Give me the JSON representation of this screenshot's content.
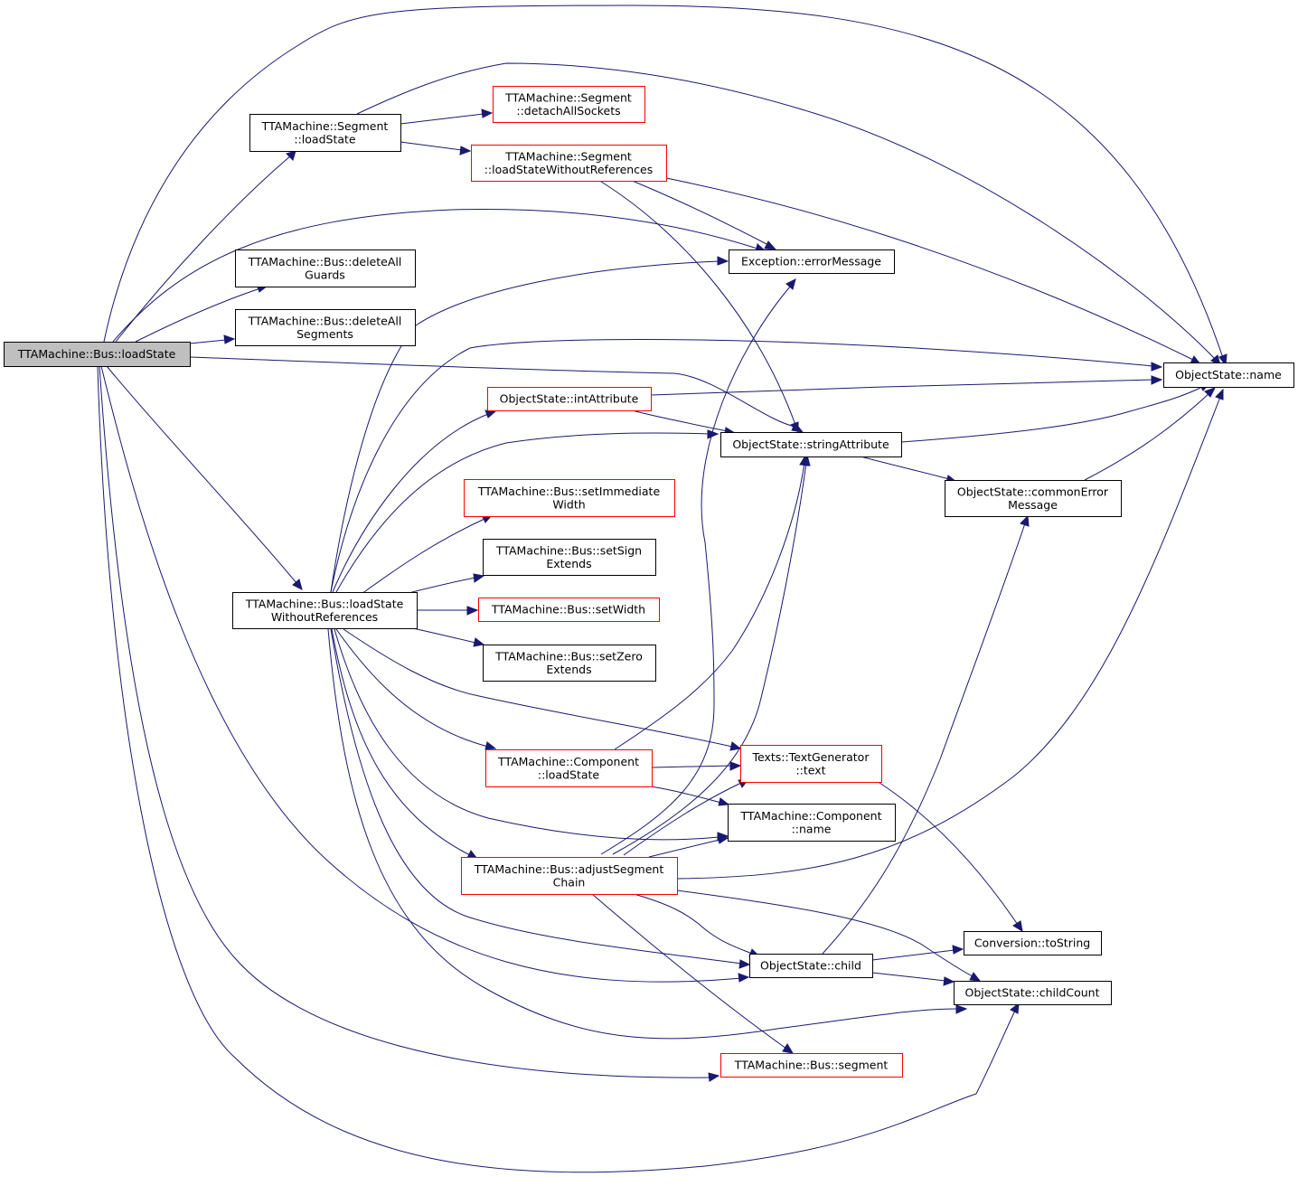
{
  "diagram": {
    "colors": {
      "edge": "#191970",
      "node_border_black": "#000000",
      "node_border_red": "#ff0000",
      "root_fill": "#bfbfbf",
      "node_fill": "#ffffff",
      "background": "#ffffff"
    },
    "nodes": [
      {
        "id": "n0",
        "lines": [
          "TTAMachine::Bus::loadState"
        ],
        "border": "black",
        "root": true
      },
      {
        "id": "n1",
        "lines": [
          "TTAMachine::Segment",
          "::loadState"
        ],
        "border": "black"
      },
      {
        "id": "n2",
        "lines": [
          "TTAMachine::Segment",
          "::detachAllSockets"
        ],
        "border": "red"
      },
      {
        "id": "n3",
        "lines": [
          "TTAMachine::Segment",
          "::loadStateWithoutReferences"
        ],
        "border": "red"
      },
      {
        "id": "n4",
        "lines": [
          "TTAMachine::Bus::deleteAll",
          "Guards"
        ],
        "border": "black"
      },
      {
        "id": "n5",
        "lines": [
          "TTAMachine::Bus::deleteAll",
          "Segments"
        ],
        "border": "black"
      },
      {
        "id": "n6",
        "lines": [
          "Exception::errorMessage"
        ],
        "border": "black"
      },
      {
        "id": "n7",
        "lines": [
          "ObjectState::name"
        ],
        "border": "black"
      },
      {
        "id": "n8",
        "lines": [
          "ObjectState::intAttribute"
        ],
        "border": "red"
      },
      {
        "id": "n9",
        "lines": [
          "ObjectState::stringAttribute"
        ],
        "border": "black"
      },
      {
        "id": "n10",
        "lines": [
          "ObjectState::commonError",
          "Message"
        ],
        "border": "black"
      },
      {
        "id": "n11",
        "lines": [
          "TTAMachine::Bus::setImmediate",
          "Width"
        ],
        "border": "red"
      },
      {
        "id": "n12",
        "lines": [
          "TTAMachine::Bus::setSign",
          "Extends"
        ],
        "border": "black"
      },
      {
        "id": "n13",
        "lines": [
          "TTAMachine::Bus::loadState",
          "WithoutReferences"
        ],
        "border": "black"
      },
      {
        "id": "n14",
        "lines": [
          "TTAMachine::Bus::setWidth"
        ],
        "border": "red"
      },
      {
        "id": "n15",
        "lines": [
          "TTAMachine::Bus::setZero",
          "Extends"
        ],
        "border": "black"
      },
      {
        "id": "n16",
        "lines": [
          "TTAMachine::Component",
          "::loadState"
        ],
        "border": "red"
      },
      {
        "id": "n17",
        "lines": [
          "Texts::TextGenerator",
          "::text"
        ],
        "border": "red"
      },
      {
        "id": "n18",
        "lines": [
          "TTAMachine::Component",
          "::name"
        ],
        "border": "black"
      },
      {
        "id": "n19",
        "lines": [
          "TTAMachine::Bus::adjustSegment",
          "Chain"
        ],
        "border": "red"
      },
      {
        "id": "n20",
        "lines": [
          "Conversion::toString"
        ],
        "border": "black"
      },
      {
        "id": "n21",
        "lines": [
          "ObjectState::child"
        ],
        "border": "black"
      },
      {
        "id": "n22",
        "lines": [
          "ObjectState::childCount"
        ],
        "border": "black"
      },
      {
        "id": "n23",
        "lines": [
          "TTAMachine::Bus::segment"
        ],
        "border": "red"
      }
    ]
  }
}
